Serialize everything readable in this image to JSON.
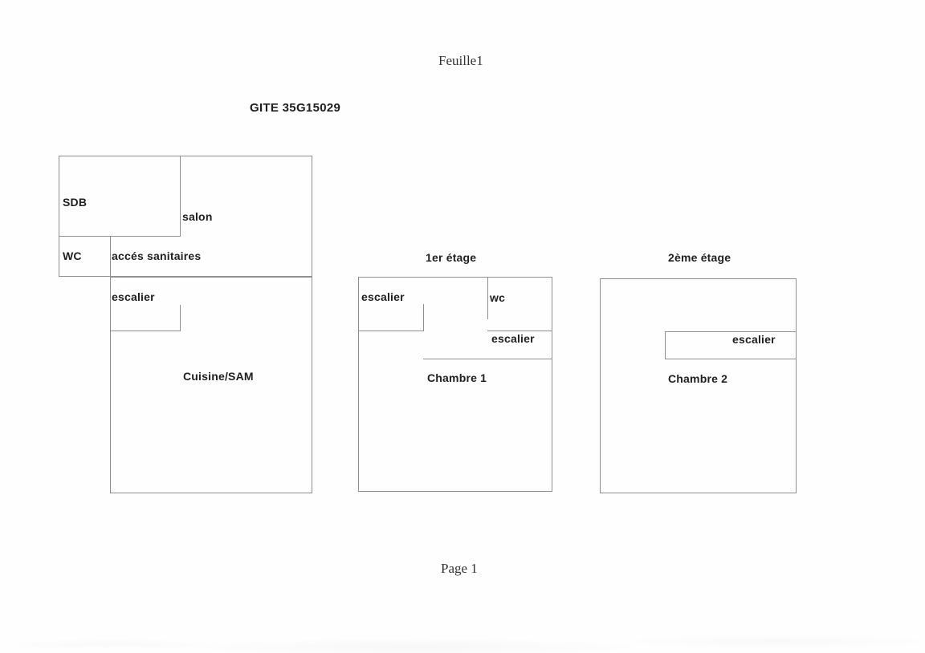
{
  "document": {
    "header_title": "Feuille1",
    "plan_title": "GITE 35G15029",
    "footer_page": "Page 1"
  },
  "plans": {
    "ground": {
      "labels": {
        "sdb": "SDB",
        "salon": "salon",
        "wc": "WC",
        "acces_sanitaires": "accés sanitaires",
        "escalier": "escalier",
        "cuisine_sam": "Cuisine/SAM"
      }
    },
    "first": {
      "title": "1er étage",
      "labels": {
        "escalier_left": "escalier",
        "wc": "wc",
        "escalier_right": "escalier",
        "chambre": "Chambre 1"
      }
    },
    "second": {
      "title": "2ème étage",
      "labels": {
        "escalier": "escalier",
        "chambre": "Chambre 2"
      }
    }
  },
  "colors": {
    "wall_line": "#909090",
    "label_text": "#1f1f1f",
    "serif_text": "#333333",
    "page_background": "#fefefe"
  }
}
